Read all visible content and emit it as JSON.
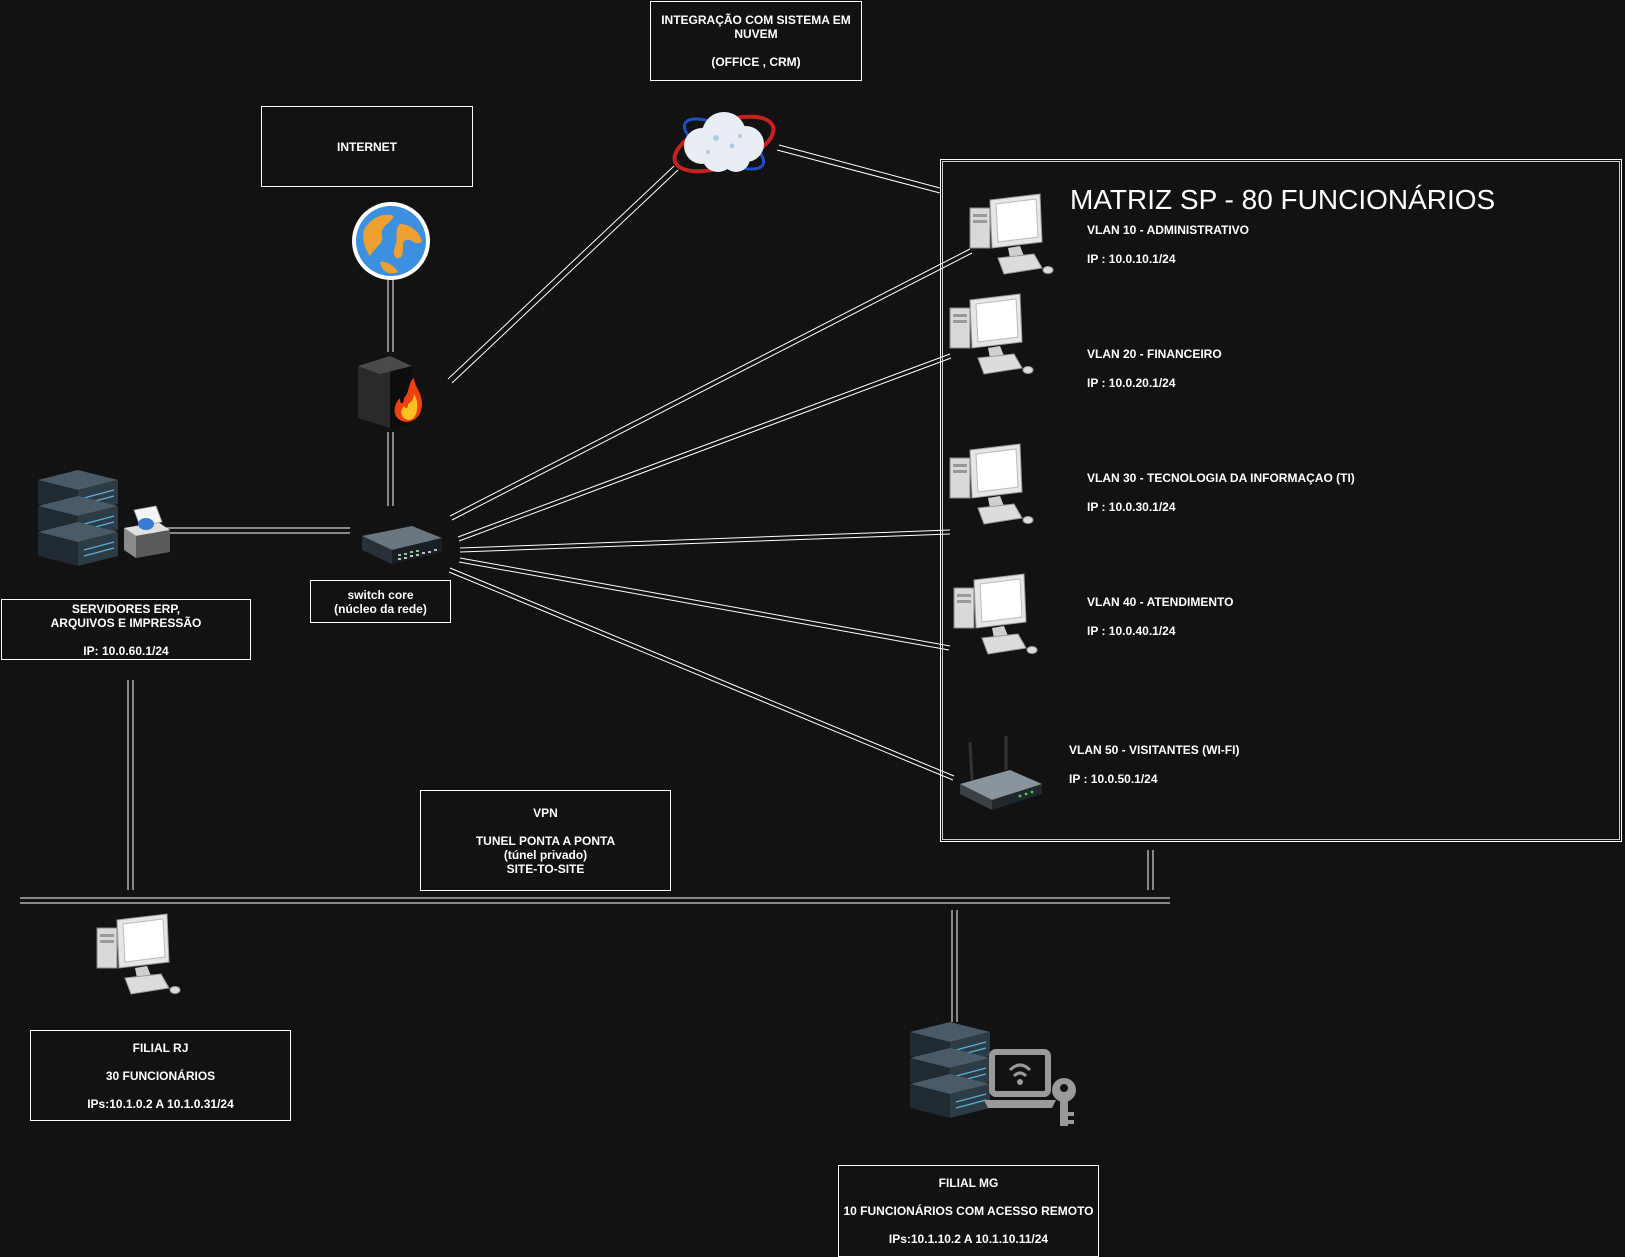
{
  "cloud_box": {
    "line1": "INTEGRAÇÃO COM SISTEMA EM",
    "line2": "NUVEM",
    "line3": "(OFFICE , CRM)"
  },
  "internet_box": {
    "label": "INTERNET"
  },
  "switch_box": {
    "line1": "switch core",
    "line2": "(núcleo da rede)"
  },
  "servers_box": {
    "line1": "SERVIDORES ERP,",
    "line2": "ARQUIVOS E IMPRESSÃO",
    "line3": "IP: 10.0.60.1/24"
  },
  "vpn_box": {
    "line1": "VPN",
    "line2": "TUNEL PONTA A PONTA",
    "line3": "(túnel privado)",
    "line4": "SITE-TO-SITE"
  },
  "matriz": {
    "title": "MATRIZ SP - 80 FUNCIONÁRIOS",
    "vlans": [
      {
        "name": "VLAN 10 - ADMINISTRATIVO",
        "ip": "IP : 10.0.10.1/24"
      },
      {
        "name": "VLAN 20 - FINANCEIRO",
        "ip": "IP : 10.0.20.1/24"
      },
      {
        "name": "VLAN 30 - TECNOLOGIA DA INFORMAÇAO (TI)",
        "ip": "IP : 10.0.30.1/24"
      },
      {
        "name": "VLAN 40 - ATENDIMENTO",
        "ip": "IP : 10.0.40.1/24"
      },
      {
        "name": "VLAN 50 - VISITANTES (WI-FI)",
        "ip": "IP : 10.0.50.1/24"
      }
    ]
  },
  "filial_rj": {
    "line1": "FILIAL RJ",
    "line2": "30 FUNCIONÁRIOS",
    "line3": "IPs:10.1.0.2 A 10.1.0.31/24"
  },
  "filial_mg": {
    "line1": "FILIAL MG",
    "line2": "10 FUNCIONÁRIOS COM ACESSO REMOTO",
    "line3": "IPs:10.1.10.2 A 10.1.10.11/24"
  },
  "colors": {
    "background": "#121212",
    "line": "#ffffff",
    "box_border": "#ffffff"
  },
  "icons": [
    "cloud-icon",
    "globe-icon",
    "firewall-icon",
    "switch-icon",
    "server-printer-icon",
    "computer-icon",
    "wifi-router-icon",
    "remote-access-server-icon"
  ]
}
